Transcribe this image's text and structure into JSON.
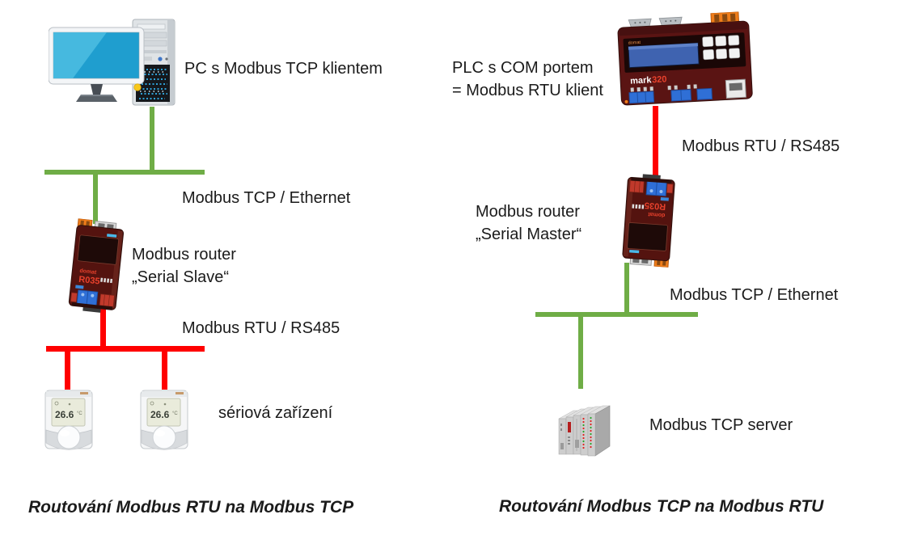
{
  "colors": {
    "ethernet_line": "#6FAD46",
    "serial_line": "#FF0000",
    "label_text": "#1B1B1B"
  },
  "left": {
    "pc_label": "PC s Modbus TCP klientem",
    "ethernet_label": "Modbus TCP / Ethernet",
    "router_label": [
      "Modbus router",
      "„Serial Slave“"
    ],
    "serial_label": "Modbus RTU / RS485",
    "devices_label": "sériová zařízení",
    "caption": "Routování Modbus RTU na Modbus TCP"
  },
  "right": {
    "plc_label": [
      "PLC s COM portem",
      "= Modbus RTU klient"
    ],
    "serial_label": "Modbus RTU / RS485",
    "router_label": [
      "Modbus router",
      "„Serial Master“"
    ],
    "ethernet_label": "Modbus TCP / Ethernet",
    "server_label": "Modbus TCP server",
    "caption": "Routování Modbus TCP na Modbus RTU"
  },
  "device_markings": {
    "router_brand": "domat",
    "router_model": "R035",
    "plc_brand": "mark",
    "plc_model": "320",
    "thermostat_value": "26.6",
    "thermostat_unit": "°C"
  }
}
